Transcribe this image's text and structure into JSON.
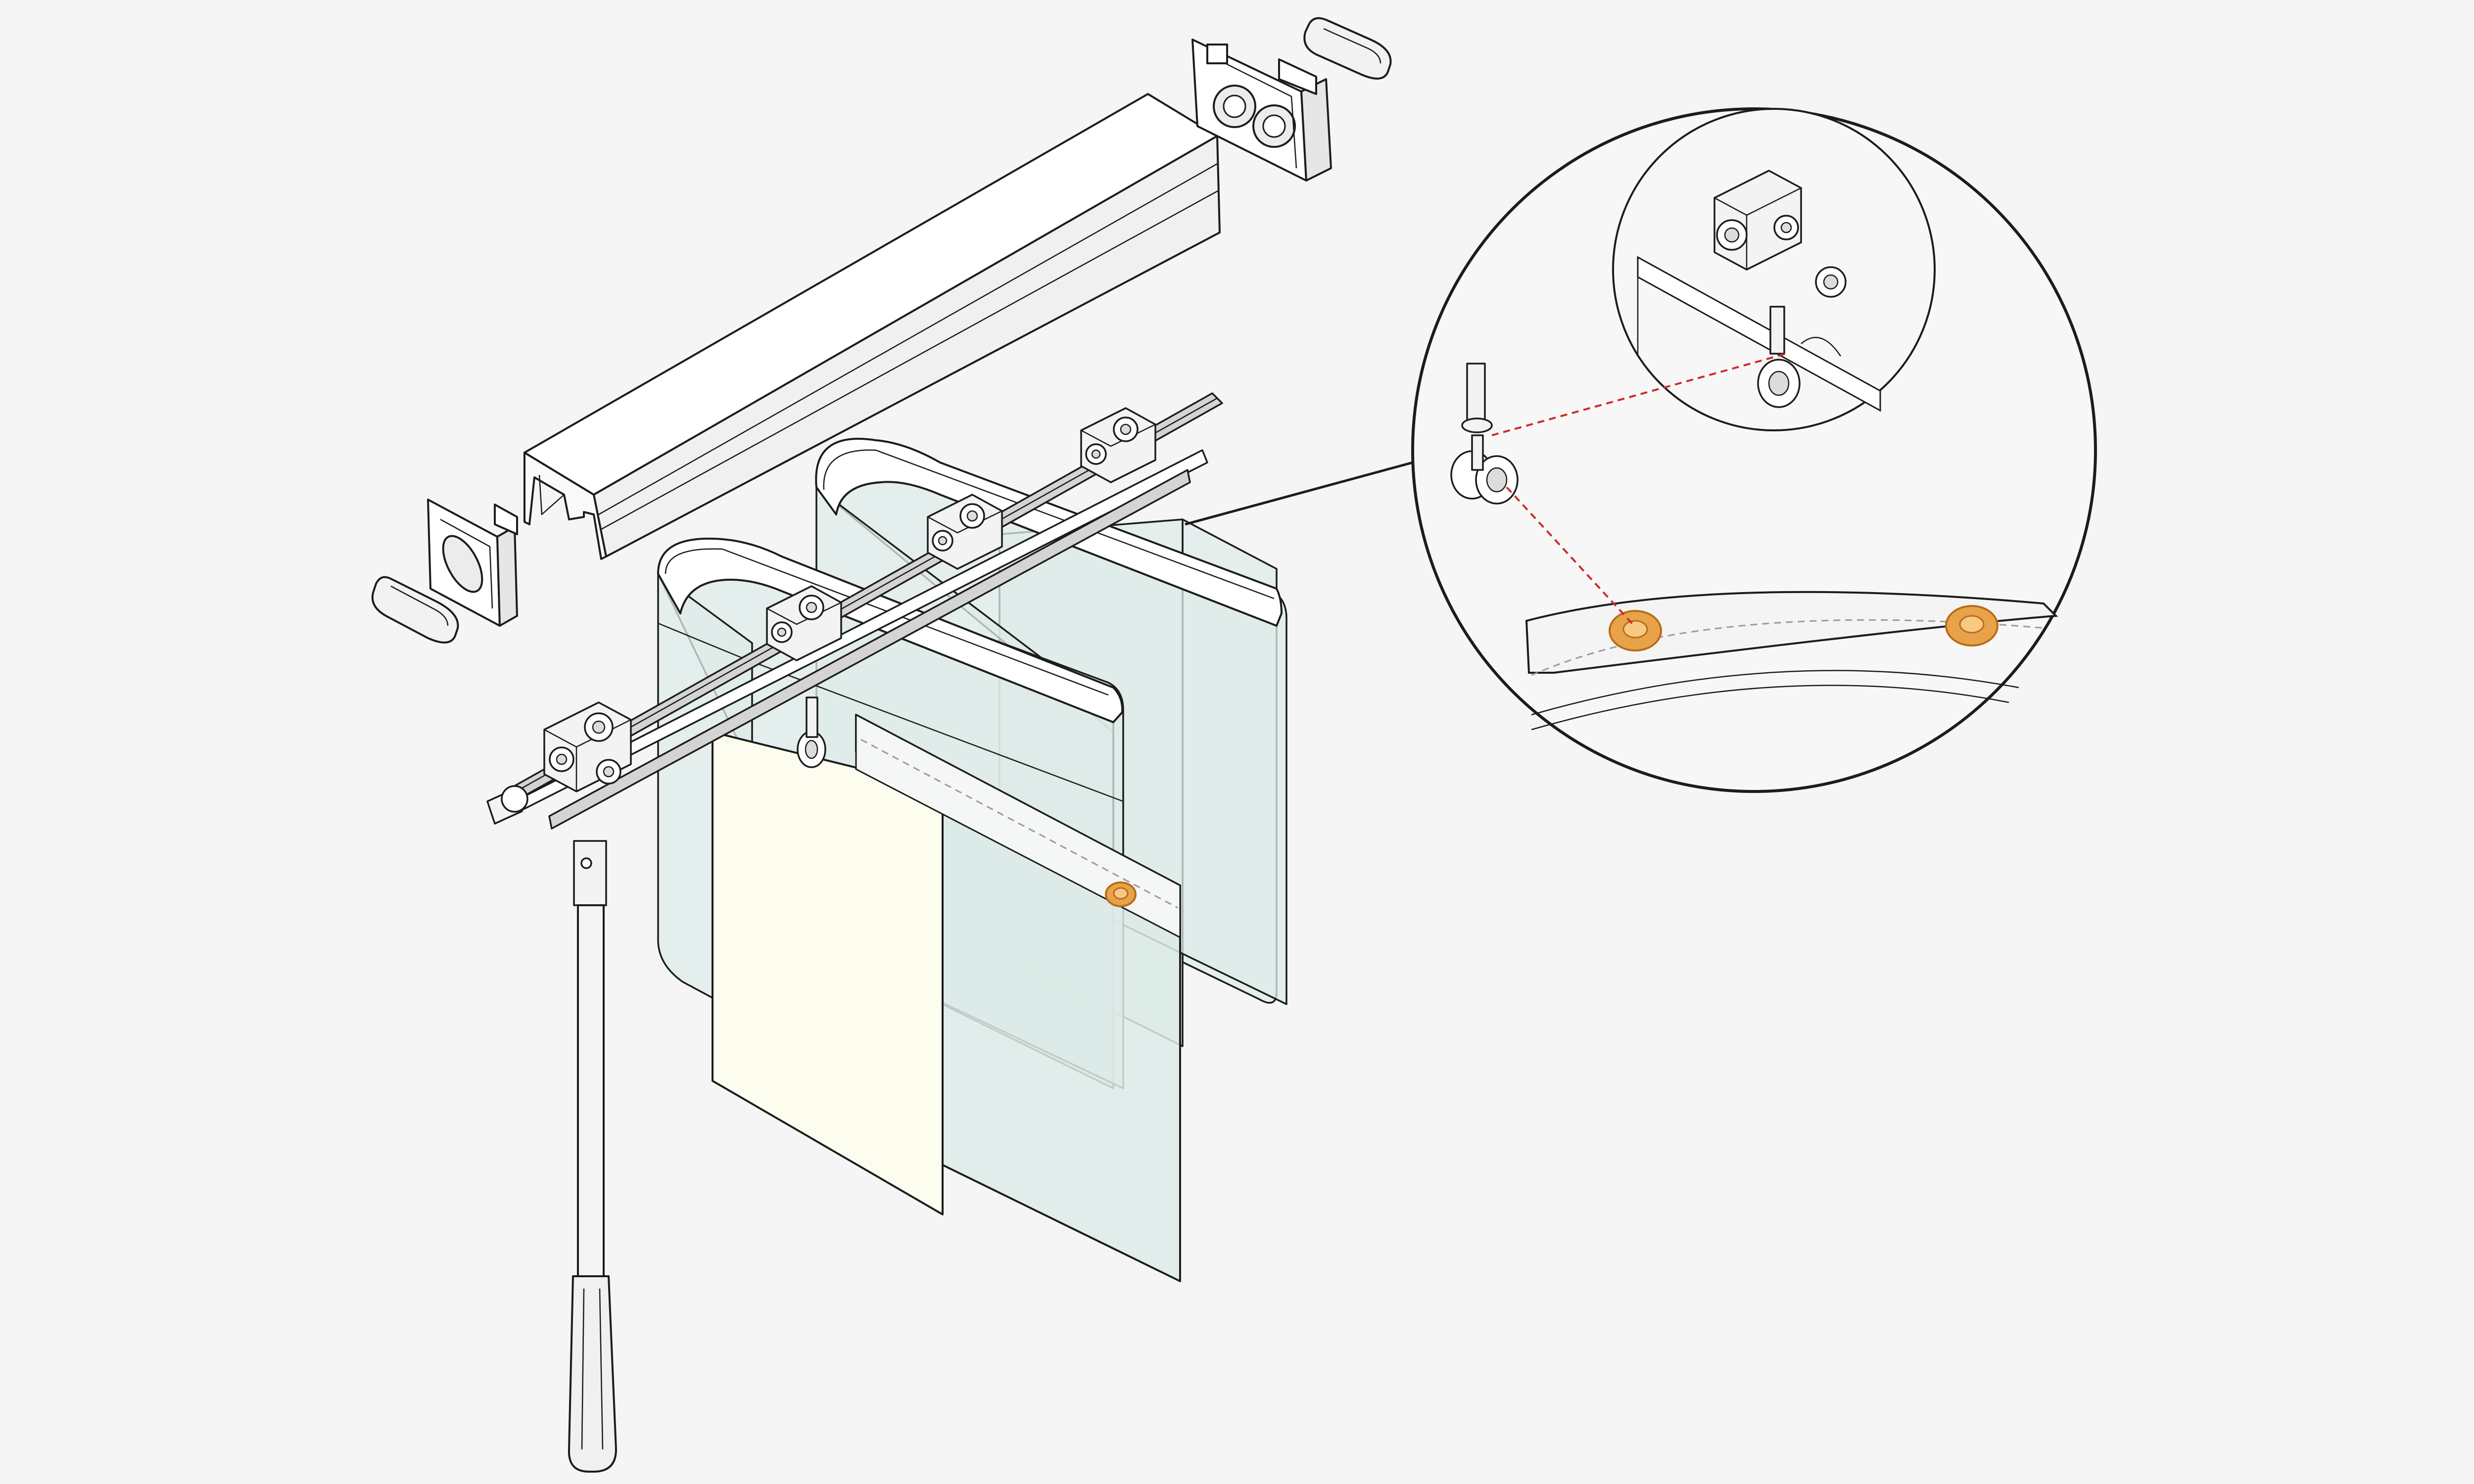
{
  "colors": {
    "background": "#f5f5f5",
    "outline": "#1c1c1c",
    "panel_glass": "#ddebe8",
    "panel_cream": "#fdfdef",
    "rail": "#ffffff",
    "grommet": "#e8a24a",
    "grommet_dark": "#b86d1a",
    "leader": "#d02a2a",
    "stitch": "#9a9a9a"
  },
  "parts": {
    "headrail": "headrail-profile",
    "end_caps": "end-cap",
    "carrier_rod": "carrier-rod",
    "carriers": "roller-carrier",
    "panels": "fabric-panel",
    "wand": "operating-wand",
    "grommets": "panel-grommet"
  },
  "icons": {
    "detail_zoom": "magnify-circle-icon"
  }
}
